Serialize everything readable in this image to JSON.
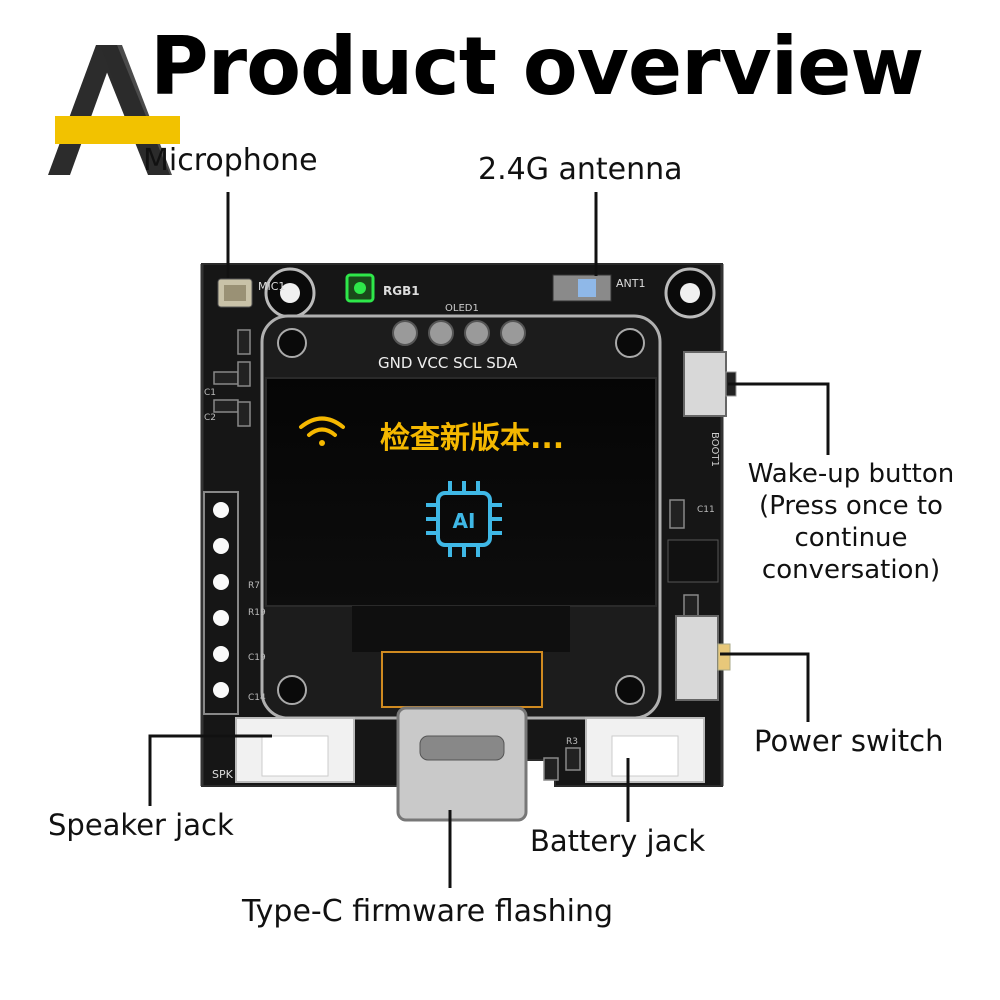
{
  "title": "Product overview",
  "logo_text": "A",
  "labels": {
    "microphone": "Microphone",
    "antenna": "2.4G antenna",
    "wake_button": [
      "Wake-up button",
      "(Press once to",
      "continue",
      "conversation)"
    ],
    "power_switch": "Power switch",
    "speaker_jack": "Speaker jack",
    "battery_jack": "Battery jack",
    "typec": "Type-C firmware flashing"
  },
  "board": {
    "mic_label": "MIC1",
    "rgb_label": "RGB1",
    "ant_label": "ANT1",
    "oled_label": "OLED1",
    "pins": "GND VCC SCL SDA",
    "boot_label": "BOOT1",
    "spk_label": "SPK",
    "screen_text": "检查新版本...",
    "chip_text": "AI",
    "silk_texts": [
      "C1",
      "C2",
      "R7",
      "R19",
      "C19",
      "C14",
      "C11",
      "R3"
    ]
  },
  "colors": {
    "board": "#161616",
    "screen_text": "#f5b800",
    "chip": "#3fb8e6",
    "rgb_led": "#2ee84a",
    "logo_accent": "#f2c200",
    "logo_dark": "#2c2c2c"
  }
}
